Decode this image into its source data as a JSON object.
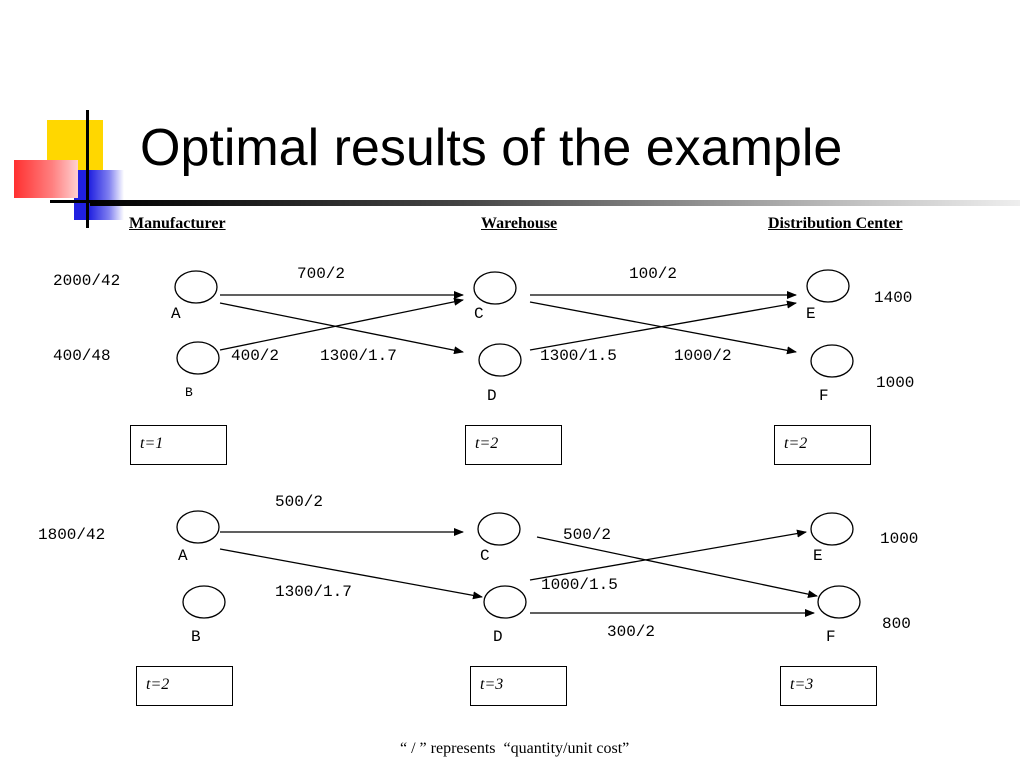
{
  "title": "Optimal results of the example",
  "headers": {
    "manufacturer": "Manufacturer",
    "warehouse": "Warehouse",
    "distribution_center": "Distribution Center"
  },
  "footnote": "“ / ” represents  “quantity/unit cost”",
  "panels": [
    {
      "nodes": [
        "A",
        "B",
        "C",
        "D",
        "E",
        "F"
      ],
      "supply_labels": [
        "2000/42",
        "400/48"
      ],
      "flow_labels": [
        "700/2",
        "400/2",
        "1300/1.7",
        "100/2",
        "1300/1.5",
        "1000/2"
      ],
      "demand_labels": [
        "1400",
        "1000"
      ],
      "time_labels": [
        "t=1",
        "t=2",
        "t=2"
      ]
    },
    {
      "nodes": [
        "A",
        "B",
        "C",
        "D",
        "E",
        "F"
      ],
      "supply_labels": [
        "1800/42"
      ],
      "flow_labels": [
        "500/2",
        "1300/1.7",
        "500/2",
        "1000/1.5",
        "300/2"
      ],
      "demand_labels": [
        "1000",
        "800"
      ],
      "time_labels": [
        "t=2",
        "t=3",
        "t=3"
      ]
    }
  ],
  "colors": {
    "logo_yellow": "#FFD700",
    "logo_blue": "#2626E0",
    "logo_red": "#FF3B3B"
  }
}
